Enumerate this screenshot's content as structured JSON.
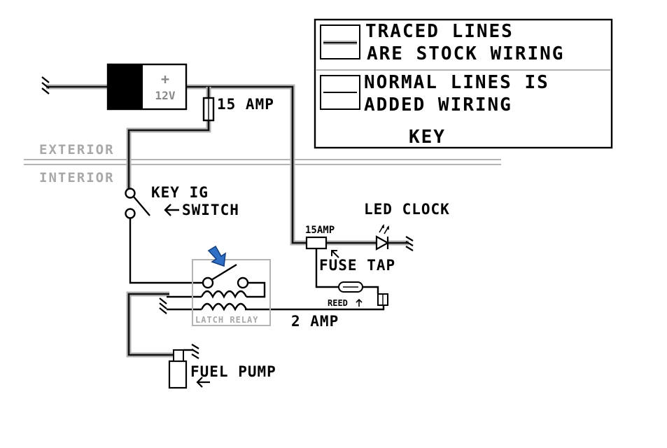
{
  "battery": {
    "plus": "+",
    "voltage": "12V"
  },
  "fuses": {
    "main": "15 AMP",
    "tap_fuse": "15AMP",
    "relay_line": "2 AMP"
  },
  "zones": {
    "exterior": "EXTERIOR",
    "interior": "INTERIOR"
  },
  "key_switch": {
    "line1": "KEY IG",
    "line2": "SWITCH"
  },
  "led_clock": "LED CLOCK",
  "fuse_tap": "FUSE TAP",
  "reed": "REED",
  "latch_relay": "LATCH RELAY",
  "fuel_pump": "FUEL PUMP",
  "legend": {
    "traced_line1": "TRACED LINES",
    "traced_line2": "ARE STOCK WIRING",
    "normal_line1": "NORMAL LINES IS",
    "normal_line2": "ADDED WIRING",
    "key": "KEY"
  },
  "colors": {
    "traced": "#b4b4b4",
    "wire": "#000000",
    "pointer": "#2f6fc6",
    "relay_box": "#b4b4b4"
  }
}
